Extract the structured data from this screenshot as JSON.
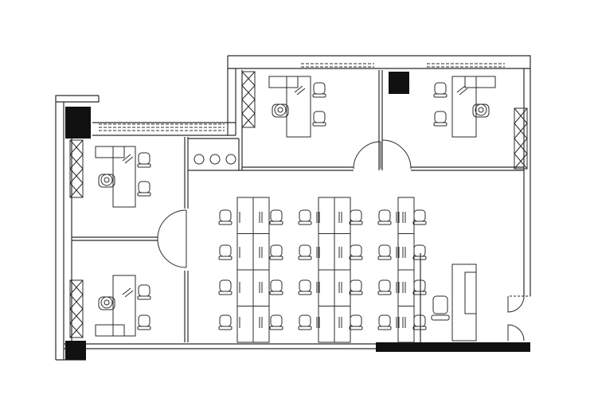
{
  "plan": {
    "line_color": "#2b2b2b",
    "fill_dark": "#111111",
    "background": "#ffffff",
    "watermark_text": "",
    "private_offices": [
      {
        "id": "office-top-left",
        "desk_count": 1,
        "visitor_chairs": 2,
        "orientation": "desk-left"
      },
      {
        "id": "office-top-right",
        "desk_count": 1,
        "visitor_chairs": 2,
        "orientation": "desk-right"
      },
      {
        "id": "office-west-upper",
        "desk_count": 1,
        "visitor_chairs": 2,
        "orientation": "desk-left"
      },
      {
        "id": "office-west-lower",
        "desk_count": 1,
        "visitor_chairs": 2,
        "orientation": "desk-left"
      }
    ],
    "open_office": {
      "workstation_columns": 6,
      "workstation_rows": 4,
      "reception_desk": 1
    }
  }
}
